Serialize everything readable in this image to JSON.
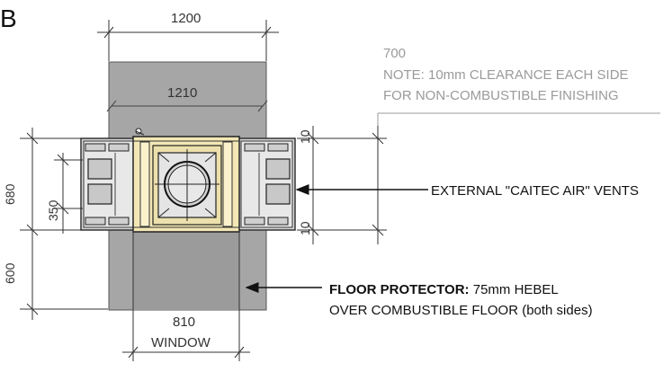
{
  "figure": {
    "panel_letter": "B",
    "dimensions": {
      "top_width": "1200",
      "inner_width": "1210",
      "total_height": "680",
      "inner_height": "350",
      "gap_top": "10",
      "gap_bottom": "10",
      "front_depth": "600",
      "window_width": "810",
      "window_label": "WINDOW"
    },
    "note": {
      "value": "700",
      "line1": "NOTE: 10mm CLEARANCE EACH SIDE",
      "line2": "FOR NON-COMBUSTIBLE FINISHING"
    },
    "callouts": {
      "vents": "EXTERNAL \"CAITEC AIR\" VENTS",
      "floor_bold": "FLOOR PROTECTOR:",
      "floor_rest": " 75mm HEBEL",
      "floor_line2": "OVER COMBUSTIBLE FLOOR (both sides)"
    },
    "colors": {
      "floor_protector": "#a6a6a6",
      "fire_box": "#f3e7b5",
      "vent_block": "#c9c9c9",
      "line": "#333333",
      "note_text": "#9a9a9a"
    }
  }
}
